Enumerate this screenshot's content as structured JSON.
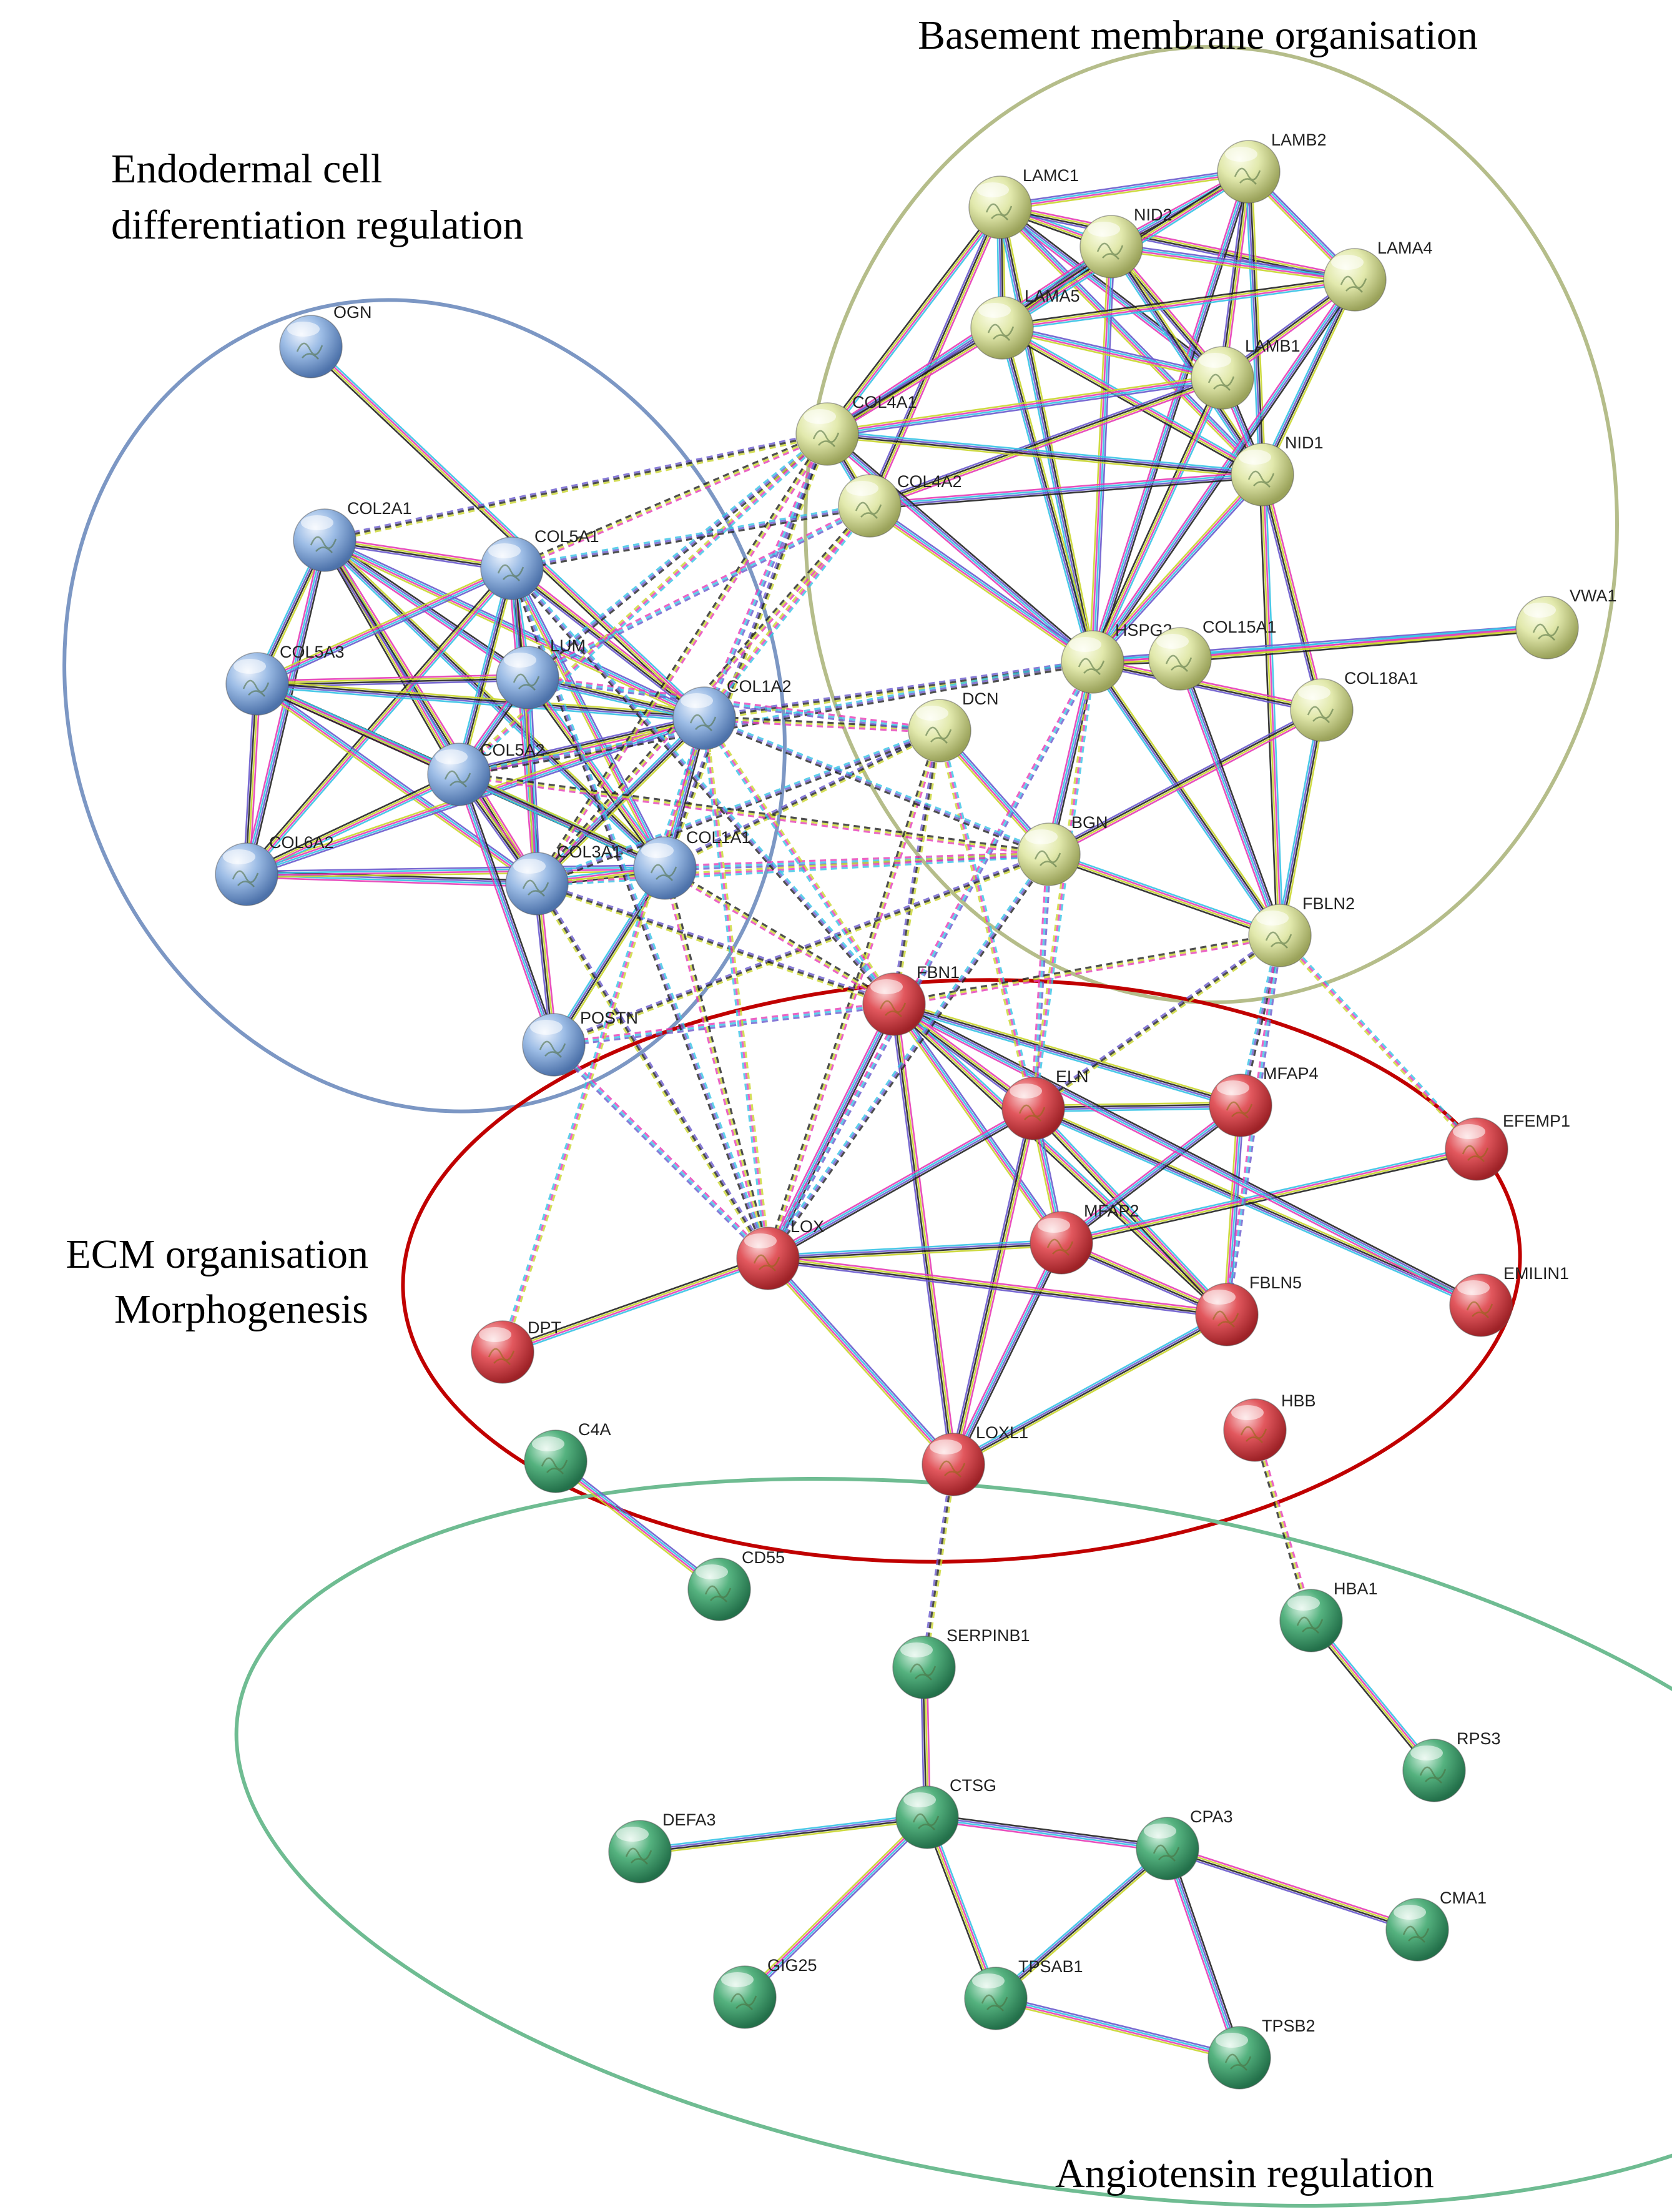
{
  "clusters": [
    {
      "id": "basement",
      "title_lines": [
        "Basement membrane organisation"
      ],
      "color": "#b5bd8a"
    },
    {
      "id": "endodermal",
      "title_lines": [
        "Endodermal cell",
        "differentiation regulation"
      ],
      "color": "#7c97c4"
    },
    {
      "id": "ecm",
      "title_lines": [
        "ECM organisation",
        "Morphogenesis"
      ],
      "color": "#c00000"
    },
    {
      "id": "angio",
      "title_lines": [
        "Angiotensin regulation"
      ],
      "color": "#6fbc92"
    }
  ],
  "node_colors": {
    "blue": "#8fb2e0",
    "yellow": "#dfe6a8",
    "red": "#e3555b",
    "green": "#4fae79"
  },
  "nodes": [
    {
      "id": "OGN",
      "group": "blue"
    },
    {
      "id": "COL2A1",
      "group": "blue"
    },
    {
      "id": "COL5A1",
      "group": "blue"
    },
    {
      "id": "COL5A3",
      "group": "blue"
    },
    {
      "id": "LUM",
      "group": "blue"
    },
    {
      "id": "COL1A2",
      "group": "blue"
    },
    {
      "id": "COL5A2",
      "group": "blue"
    },
    {
      "id": "COL6A2",
      "group": "blue"
    },
    {
      "id": "COL3A1",
      "group": "blue"
    },
    {
      "id": "COL1A1",
      "group": "blue"
    },
    {
      "id": "POSTN",
      "group": "blue"
    },
    {
      "id": "LAMC1",
      "group": "yellow"
    },
    {
      "id": "LAMB2",
      "group": "yellow"
    },
    {
      "id": "NID2",
      "group": "yellow"
    },
    {
      "id": "LAMA4",
      "group": "yellow"
    },
    {
      "id": "LAMA5",
      "group": "yellow"
    },
    {
      "id": "LAMB1",
      "group": "yellow"
    },
    {
      "id": "COL4A1",
      "group": "yellow"
    },
    {
      "id": "COL4A2",
      "group": "yellow"
    },
    {
      "id": "NID1",
      "group": "yellow"
    },
    {
      "id": "VWA1",
      "group": "yellow"
    },
    {
      "id": "HSPG2",
      "group": "yellow"
    },
    {
      "id": "COL15A1",
      "group": "yellow"
    },
    {
      "id": "COL18A1",
      "group": "yellow"
    },
    {
      "id": "DCN",
      "group": "yellow"
    },
    {
      "id": "BGN",
      "group": "yellow"
    },
    {
      "id": "FBLN2",
      "group": "yellow"
    },
    {
      "id": "FBN1",
      "group": "red"
    },
    {
      "id": "ELN",
      "group": "red"
    },
    {
      "id": "MFAP4",
      "group": "red"
    },
    {
      "id": "EFEMP1",
      "group": "red"
    },
    {
      "id": "LOX",
      "group": "red"
    },
    {
      "id": "MFAP2",
      "group": "red"
    },
    {
      "id": "FBLN5",
      "group": "red"
    },
    {
      "id": "EMILIN1",
      "group": "red"
    },
    {
      "id": "DPT",
      "group": "red"
    },
    {
      "id": "HBB",
      "group": "red"
    },
    {
      "id": "LOXL1",
      "group": "red"
    },
    {
      "id": "C4A",
      "group": "green"
    },
    {
      "id": "CD55",
      "group": "green"
    },
    {
      "id": "HBA1",
      "group": "green"
    },
    {
      "id": "SERPINB1",
      "group": "green"
    },
    {
      "id": "RPS3",
      "group": "green"
    },
    {
      "id": "CTSG",
      "group": "green"
    },
    {
      "id": "DEFA3",
      "group": "green"
    },
    {
      "id": "CPA3",
      "group": "green"
    },
    {
      "id": "CMA1",
      "group": "green"
    },
    {
      "id": "GIG25",
      "group": "green"
    },
    {
      "id": "TPSAB1",
      "group": "green"
    },
    {
      "id": "TPSB2",
      "group": "green"
    }
  ],
  "edges_solid": [
    [
      "OGN",
      "COL1A2"
    ],
    [
      "COL2A1",
      "COL5A1"
    ],
    [
      "COL2A1",
      "COL5A3"
    ],
    [
      "COL2A1",
      "LUM"
    ],
    [
      "COL2A1",
      "COL1A2"
    ],
    [
      "COL2A1",
      "COL5A2"
    ],
    [
      "COL2A1",
      "COL3A1"
    ],
    [
      "COL2A1",
      "COL1A1"
    ],
    [
      "COL2A1",
      "COL6A2"
    ],
    [
      "COL5A1",
      "COL5A3"
    ],
    [
      "COL5A1",
      "LUM"
    ],
    [
      "COL5A1",
      "COL1A2"
    ],
    [
      "COL5A1",
      "COL5A2"
    ],
    [
      "COL5A1",
      "COL3A1"
    ],
    [
      "COL5A1",
      "COL1A1"
    ],
    [
      "COL5A1",
      "COL6A2"
    ],
    [
      "COL5A3",
      "LUM"
    ],
    [
      "COL5A3",
      "COL1A2"
    ],
    [
      "COL5A3",
      "COL5A2"
    ],
    [
      "COL5A3",
      "COL3A1"
    ],
    [
      "COL5A3",
      "COL1A1"
    ],
    [
      "COL5A3",
      "COL6A2"
    ],
    [
      "LUM",
      "COL1A2"
    ],
    [
      "LUM",
      "COL5A2"
    ],
    [
      "LUM",
      "COL3A1"
    ],
    [
      "LUM",
      "COL1A1"
    ],
    [
      "COL1A2",
      "COL5A2"
    ],
    [
      "COL1A2",
      "COL3A1"
    ],
    [
      "COL1A2",
      "COL1A1"
    ],
    [
      "COL1A2",
      "COL6A2"
    ],
    [
      "COL5A2",
      "COL6A2"
    ],
    [
      "COL5A2",
      "COL3A1"
    ],
    [
      "COL5A2",
      "COL1A1"
    ],
    [
      "COL6A2",
      "COL3A1"
    ],
    [
      "COL6A2",
      "COL1A1"
    ],
    [
      "COL3A1",
      "COL1A1"
    ],
    [
      "COL3A1",
      "POSTN"
    ],
    [
      "COL1A1",
      "POSTN"
    ],
    [
      "COL5A2",
      "POSTN"
    ],
    [
      "LAMC1",
      "LAMB2"
    ],
    [
      "LAMC1",
      "NID2"
    ],
    [
      "LAMC1",
      "LAMA4"
    ],
    [
      "LAMC1",
      "LAMA5"
    ],
    [
      "LAMC1",
      "LAMB1"
    ],
    [
      "LAMC1",
      "NID1"
    ],
    [
      "LAMC1",
      "COL4A1"
    ],
    [
      "LAMC1",
      "COL4A2"
    ],
    [
      "LAMC1",
      "HSPG2"
    ],
    [
      "LAMB2",
      "NID2"
    ],
    [
      "LAMB2",
      "LAMA4"
    ],
    [
      "LAMB2",
      "LAMA5"
    ],
    [
      "LAMB2",
      "LAMB1"
    ],
    [
      "LAMB2",
      "NID1"
    ],
    [
      "LAMB2",
      "HSPG2"
    ],
    [
      "NID2",
      "LAMA4"
    ],
    [
      "NID2",
      "LAMA5"
    ],
    [
      "NID2",
      "LAMB1"
    ],
    [
      "NID2",
      "NID1"
    ],
    [
      "NID2",
      "COL4A1"
    ],
    [
      "NID2",
      "HSPG2"
    ],
    [
      "LAMA4",
      "LAMA5"
    ],
    [
      "LAMA4",
      "LAMB1"
    ],
    [
      "LAMA4",
      "NID1"
    ],
    [
      "LAMA4",
      "HSPG2"
    ],
    [
      "LAMA5",
      "LAMB1"
    ],
    [
      "LAMA5",
      "NID1"
    ],
    [
      "LAMA5",
      "COL4A1"
    ],
    [
      "LAMA5",
      "HSPG2"
    ],
    [
      "LAMB1",
      "NID1"
    ],
    [
      "LAMB1",
      "COL4A1"
    ],
    [
      "LAMB1",
      "HSPG2"
    ],
    [
      "LAMB1",
      "COL4A2"
    ],
    [
      "NID1",
      "COL4A1"
    ],
    [
      "NID1",
      "COL4A2"
    ],
    [
      "NID1",
      "HSPG2"
    ],
    [
      "NID1",
      "FBLN2"
    ],
    [
      "NID1",
      "COL18A1"
    ],
    [
      "COL4A1",
      "COL4A2"
    ],
    [
      "COL4A1",
      "HSPG2"
    ],
    [
      "COL4A2",
      "HSPG2"
    ],
    [
      "HSPG2",
      "COL15A1"
    ],
    [
      "HSPG2",
      "COL18A1"
    ],
    [
      "HSPG2",
      "FBLN2"
    ],
    [
      "HSPG2",
      "BGN"
    ],
    [
      "HSPG2",
      "VWA1"
    ],
    [
      "COL15A1",
      "VWA1"
    ],
    [
      "COL18A1",
      "BGN"
    ],
    [
      "COL18A1",
      "FBLN2"
    ],
    [
      "COL15A1",
      "FBLN2"
    ],
    [
      "DCN",
      "BGN"
    ],
    [
      "BGN",
      "FBLN2"
    ],
    [
      "FBN1",
      "ELN"
    ],
    [
      "FBN1",
      "MFAP4"
    ],
    [
      "FBN1",
      "LOX"
    ],
    [
      "FBN1",
      "MFAP2"
    ],
    [
      "FBN1",
      "FBLN5"
    ],
    [
      "FBN1",
      "LOXL1"
    ],
    [
      "ELN",
      "MFAP4"
    ],
    [
      "ELN",
      "LOX"
    ],
    [
      "ELN",
      "MFAP2"
    ],
    [
      "ELN",
      "FBLN5"
    ],
    [
      "ELN",
      "LOXL1"
    ],
    [
      "ELN",
      "EMILIN1"
    ],
    [
      "MFAP4",
      "MFAP2"
    ],
    [
      "MFAP4",
      "FBLN5"
    ],
    [
      "MFAP2",
      "EFEMP1"
    ],
    [
      "MFAP2",
      "FBLN5"
    ],
    [
      "MFAP2",
      "LOX"
    ],
    [
      "MFAP2",
      "LOXL1"
    ],
    [
      "LOX",
      "LOXL1"
    ],
    [
      "LOX",
      "DPT"
    ],
    [
      "LOX",
      "FBLN5"
    ],
    [
      "FBLN5",
      "LOXL1"
    ],
    [
      "FBN1",
      "EMILIN1"
    ],
    [
      "C4A",
      "CD55"
    ],
    [
      "HBA1",
      "RPS3"
    ],
    [
      "SERPINB1",
      "CTSG"
    ],
    [
      "CTSG",
      "DEFA3"
    ],
    [
      "CTSG",
      "CPA3"
    ],
    [
      "CTSG",
      "GIG25"
    ],
    [
      "CTSG",
      "TPSAB1"
    ],
    [
      "CPA3",
      "CMA1"
    ],
    [
      "CPA3",
      "TPSAB1"
    ],
    [
      "CPA3",
      "TPSB2"
    ],
    [
      "TPSAB1",
      "TPSB2"
    ]
  ],
  "edges_dashed": [
    [
      "COL4A1",
      "COL5A1"
    ],
    [
      "COL4A1",
      "COL2A1"
    ],
    [
      "COL4A1",
      "LUM"
    ],
    [
      "COL4A1",
      "COL1A2"
    ],
    [
      "COL4A1",
      "COL5A2"
    ],
    [
      "COL4A1",
      "COL3A1"
    ],
    [
      "COL4A1",
      "COL1A1"
    ],
    [
      "COL4A2",
      "COL5A1"
    ],
    [
      "COL4A2",
      "LUM"
    ],
    [
      "COL4A2",
      "COL1A2"
    ],
    [
      "COL4A2",
      "COL3A1"
    ],
    [
      "HSPG2",
      "COL1A2"
    ],
    [
      "HSPG2",
      "COL5A2"
    ],
    [
      "HSPG2",
      "LOX"
    ],
    [
      "HSPG2",
      "ELN"
    ],
    [
      "DCN",
      "COL1A2"
    ],
    [
      "DCN",
      "COL1A1"
    ],
    [
      "DCN",
      "COL3A1"
    ],
    [
      "DCN",
      "LUM"
    ],
    [
      "DCN",
      "ELN"
    ],
    [
      "DCN",
      "LOX"
    ],
    [
      "DCN",
      "FBN1"
    ],
    [
      "BGN",
      "COL1A2"
    ],
    [
      "BGN",
      "COL1A1"
    ],
    [
      "BGN",
      "COL3A1"
    ],
    [
      "BGN",
      "COL5A2"
    ],
    [
      "BGN",
      "POSTN"
    ],
    [
      "BGN",
      "LOX"
    ],
    [
      "BGN",
      "ELN"
    ],
    [
      "FBN1",
      "COL1A2"
    ],
    [
      "FBN1",
      "COL1A1"
    ],
    [
      "FBN1",
      "COL3A1"
    ],
    [
      "FBN1",
      "COL5A1"
    ],
    [
      "FBN1",
      "POSTN"
    ],
    [
      "LOX",
      "COL1A2"
    ],
    [
      "LOX",
      "COL1A1"
    ],
    [
      "LOX",
      "COL3A1"
    ],
    [
      "LOX",
      "COL5A1"
    ],
    [
      "LOX",
      "POSTN"
    ],
    [
      "DPT",
      "COL1A2"
    ],
    [
      "FBLN2",
      "FBN1"
    ],
    [
      "FBLN2",
      "ELN"
    ],
    [
      "FBLN2",
      "MFAP4"
    ],
    [
      "FBLN2",
      "FBLN5"
    ],
    [
      "FBLN2",
      "EFEMP1"
    ],
    [
      "HBB",
      "HBA1"
    ],
    [
      "LOXL1",
      "SERPINB1"
    ]
  ]
}
